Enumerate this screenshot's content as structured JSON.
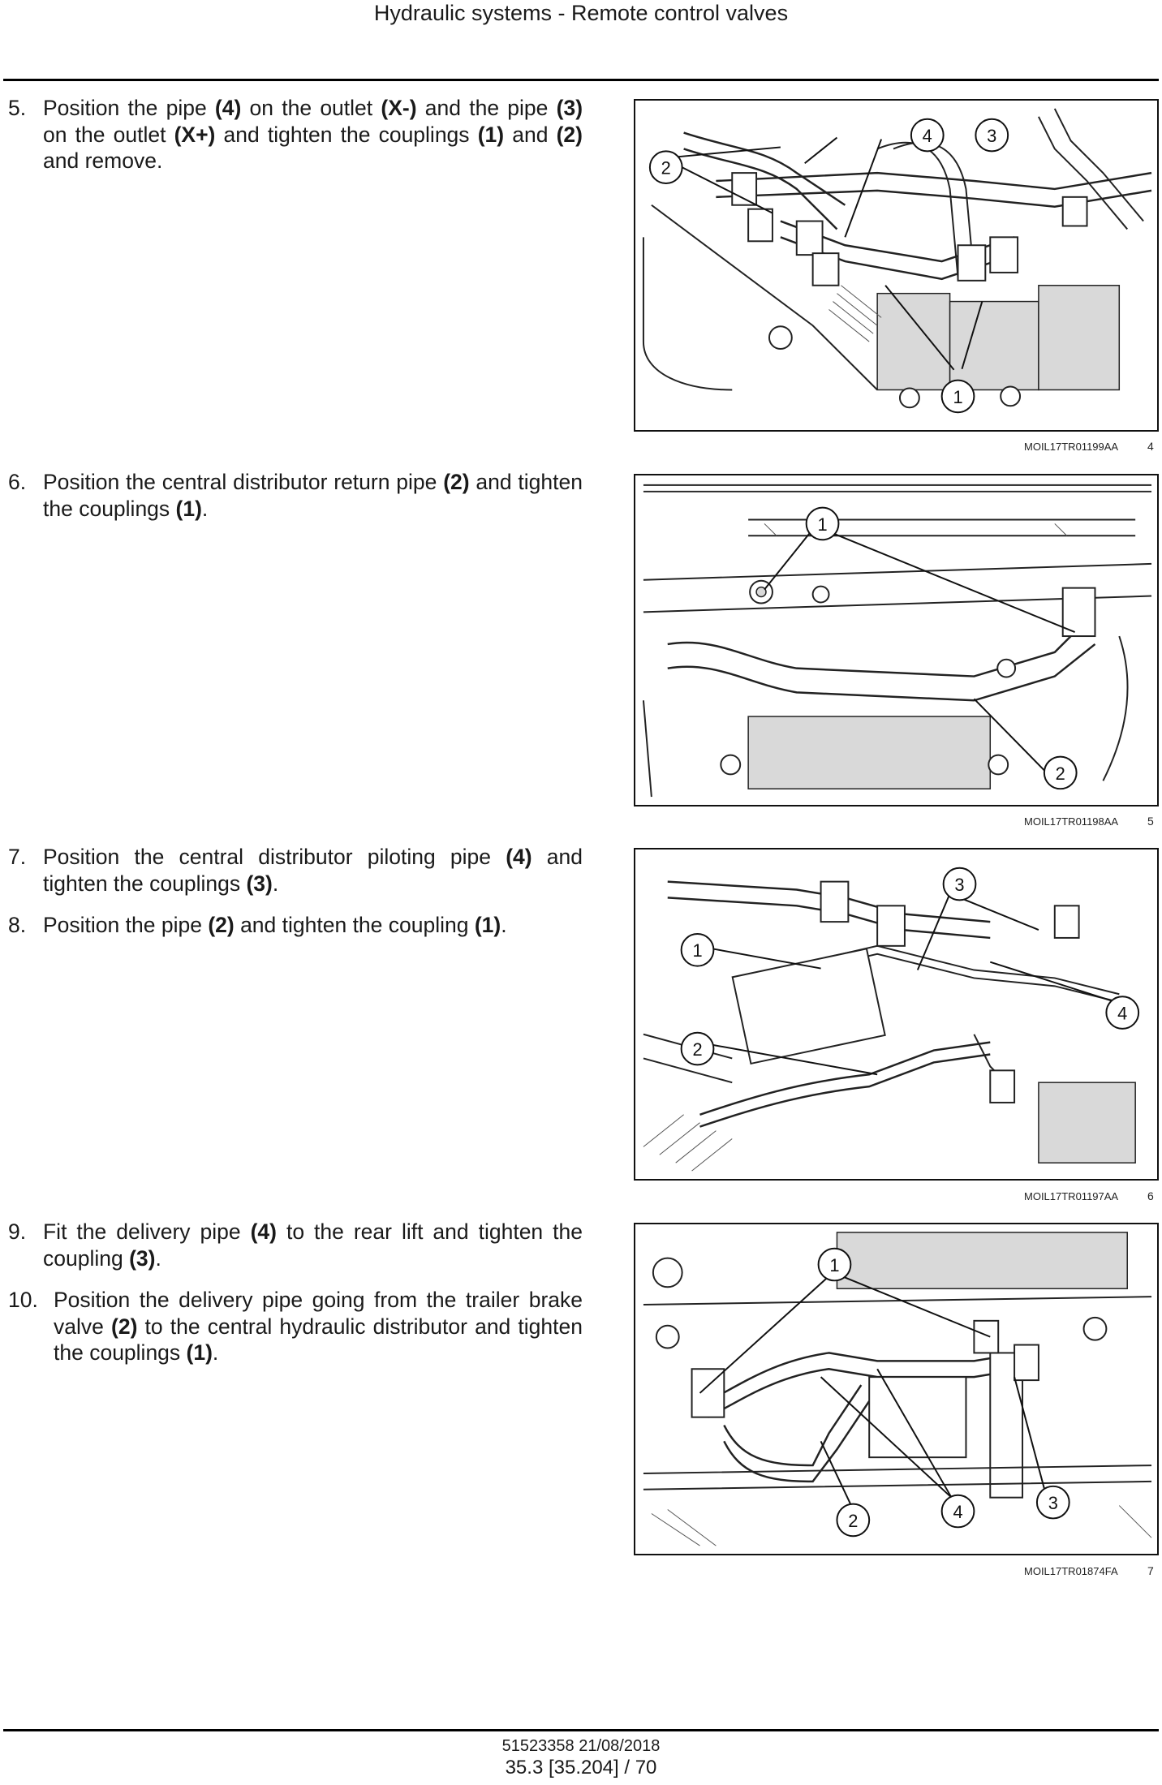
{
  "header": {
    "title": "Hydraulic systems - Remote control valves"
  },
  "steps": [
    {
      "num": "5.",
      "html": "Position the pipe <b>(4)</b> on the outlet <b>(X-)</b> and the pipe <b>(3)</b> on the outlet <b>(X+)</b> and tighten the couplings <b>(1)</b> and <b>(2)</b> and remove."
    },
    {
      "num": "6.",
      "html": "Position the central distributor return pipe <b>(2)</b> and tighten the couplings <b>(1)</b>."
    },
    {
      "num": "7.",
      "html": "Position the central distributor piloting pipe <b>(4)</b> and tighten the couplings <b>(3)</b>."
    },
    {
      "num": "8.",
      "html": "Position the pipe <b>(2)</b> and tighten the coupling <b>(1)</b>."
    },
    {
      "num": "9.",
      "html": "Fit the delivery pipe <b>(4)</b> to the rear lift and tighten the coupling <b>(3)</b>."
    },
    {
      "num": "10.",
      "html": "Position the delivery pipe going from the trailer brake valve <b>(2)</b> to the central hydraulic distributor and tighten the couplings <b>(1)</b>."
    }
  ],
  "figures": [
    {
      "code": "MOIL17TR01199AA",
      "number": "4",
      "callouts": [
        "1",
        "2",
        "3",
        "4"
      ]
    },
    {
      "code": "MOIL17TR01198AA",
      "number": "5",
      "callouts": [
        "1",
        "2"
      ]
    },
    {
      "code": "MOIL17TR01197AA",
      "number": "6",
      "callouts": [
        "1",
        "2",
        "3",
        "4"
      ]
    },
    {
      "code": "MOIL17TR01874FA",
      "number": "7",
      "callouts": [
        "1",
        "2",
        "3",
        "4"
      ]
    }
  ],
  "footer": {
    "doc": "51523358 21/08/2018",
    "page": "35.3 [35.204] / 70"
  }
}
